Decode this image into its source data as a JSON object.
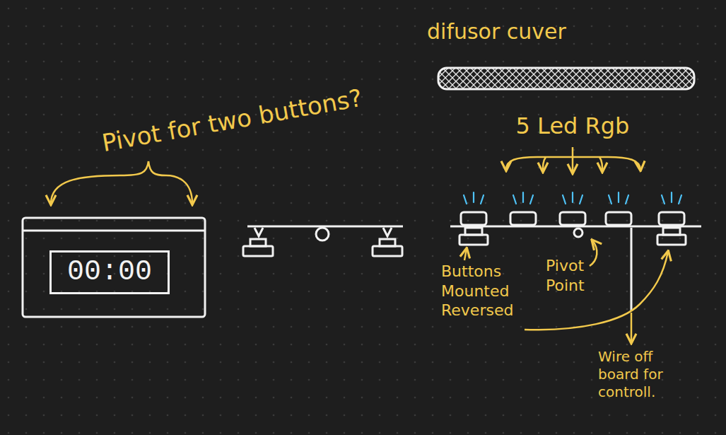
{
  "diagram": {
    "nodes": [
      {
        "text": [
          "00:00"
        ]
      }
    ],
    "labels": [
      "difusor cuver",
      "Pivot for two buttons?",
      "5 Led Rgb",
      "Buttons Mounted Reversed",
      "Pivot Point",
      "Wire off board for controll."
    ]
  }
}
